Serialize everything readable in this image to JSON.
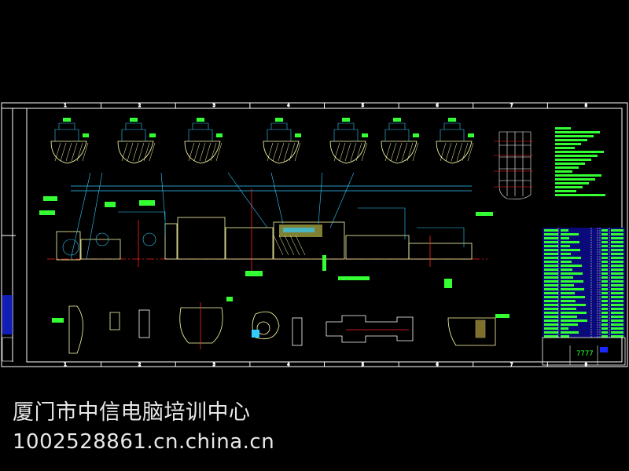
{
  "drawing": {
    "background": "#000000",
    "colors": {
      "frame": "#ffffff",
      "dims": "#33ccff",
      "text": "#33ff33",
      "part": "#ffffaa",
      "centerline": "#ff2222",
      "table_fill": "#0a0a7a"
    },
    "zone_labels": [
      "1",
      "2",
      "3",
      "4",
      "5",
      "6",
      "7",
      "8"
    ],
    "title_block": {
      "drawing_number": "7777"
    }
  },
  "watermark": {
    "line1": "厦门市中信电脑培训中心",
    "line2": "1002528861.cn.china.cn"
  }
}
